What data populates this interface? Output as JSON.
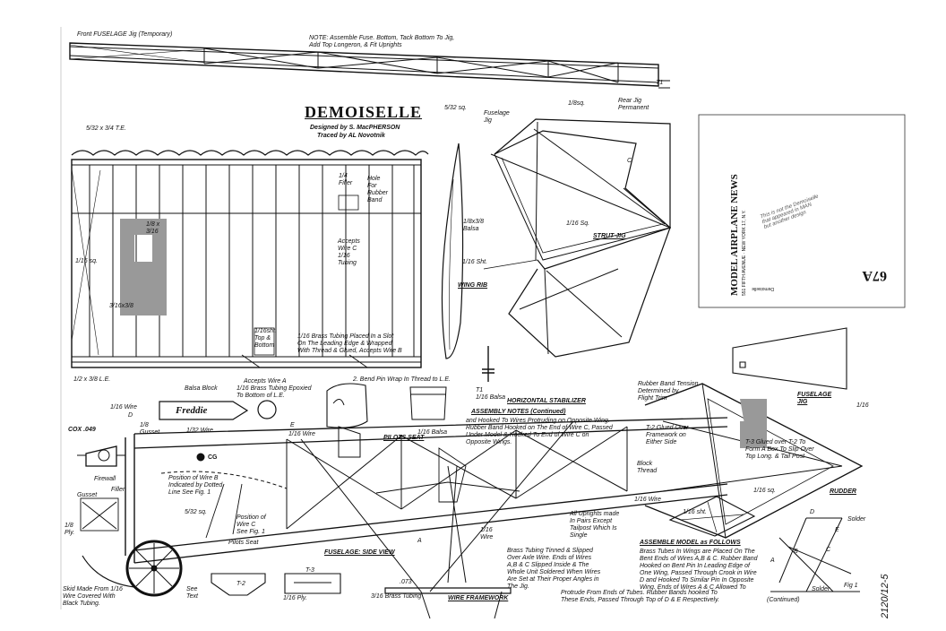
{
  "title": "DEMOISELLE",
  "credits": {
    "designed": "Designed by  S. MacPHERSON",
    "traced": "Traced by  AL Novotnik"
  },
  "labels": {
    "front_jig": "Front FUSELAGE Jig (Temporary)",
    "note": "NOTE:  Assemble Fuse. Bottom, Tack Bottom To Jig,\n           Add Top Longeron, & Fit Uprights",
    "sq532_top": "5/32 sq.",
    "fuselage_jig_top": "Fuselage\nJig",
    "sq18": "1/8sq.",
    "t1_top": "T1",
    "rear_jig": "Rear Jig\nPermanent",
    "te": "5/32 x 3/4  T.E.",
    "le": "1/2 x 3/8  L.E.",
    "sq116": "1/16 sq.",
    "b18x316": "1/8 x\n3/16",
    "b316x38": "3/16x3/8",
    "filler14": "1/4\nFiller",
    "hole_band": "Hole\nFor\nRubber\nBand",
    "accepts_c": "Accepts\nWire C\n1/16\nTubing",
    "sht116_tb": "1/16sht.\nTop &\nBottom",
    "brass_note": "1/16 Brass Tubing Placed In a Slot\nOn The Leading Edge & Wrapped\nWith Thread & Glued, Accepts Wire B",
    "accepts_a": "Accepts Wire A",
    "brass_epoxied": "1/16 Brass Tubing Epoxied\nTo Bottom of L.E.",
    "bend_pin": "2.  Bend Pin Wrap In Thread to L.E.",
    "b18x38": "1/8x3/8\nBalsa",
    "sht116": "1/16 Sht.",
    "wing_rib": "WING RIB",
    "c_label": "C",
    "sq116_strut": "1/16 Sq.",
    "strut_jig": "STRUT  JIG",
    "t1_balsa": "T1\n1/16 Balsa",
    "horizontal_stab": "HORIZONTAL  STABILIZER",
    "assembly_notes": "ASSEMBLY  NOTES  (Continued)",
    "assembly_text": "and Hooked To Wires Protruding on Opposite Wing.\nRubber Band Hooked on The End of Wire C, Passed\nUnder Model & Hooked To End of Wire C on\nOpposite Wings.",
    "balsa_block": "Balsa Block",
    "freddie": "Freddie",
    "wire116_d": "1/16 Wire",
    "d_label": "D",
    "e_label": "E",
    "e_wire": "1/16 Wire",
    "cox": "COX .049",
    "gusset18": "1/8\nGusset",
    "wire132": "1/32 Wire",
    "balsa116": "1/16 Balsa",
    "pilots_seat_top": "PILOTS  SEAT",
    "cg": "CG",
    "firewall": "Firewall",
    "filler": "Filler",
    "gusset": "Gusset",
    "ply18": "1/8\nPly.",
    "wire_b_pos": "Position of Wire B\nIndicated by Dotted\nLine  See Fig. 1",
    "sq532_side": "5/32 sq.",
    "wire_c_pos": "Position of\nWire  C\nSee Fig. 1",
    "pilots_seat": "Pilots  Seat",
    "fuselage_side": "FUSELAGE: SIDE VIEW",
    "skid": "Skid Made From 1/16\nWire Covered With\nBlack Tubing.",
    "see_text": "See\nText",
    "t2": "T-2",
    "t3": "T-3",
    "ply116": "1/16 Ply.",
    "d073": ".073",
    "brass316": "3/16 Brass Tubing",
    "wire_framework": "WIRE  FRAMEWORK",
    "wire116_frame": "1/16\nWire",
    "brass_tinned": "Brass Tubing Tinned & Slipped\nOver Axle Wire. Ends of Wires\nA,B & C  Slipped Inside & The\nWhole Unit Soldered When Wires\nAre Set at Their Proper Angles in\nThe Jig.",
    "uprights": "All Uprights made\nIn Pairs Except\nTailpost Which Is\nSingle",
    "wire116_tail": "1/16 Wire",
    "a_label": "A",
    "rubber_tension": "Rubber Band Tension\nDetermined by\nFlight Trim",
    "t2_glued": "T-2 Glued Over\nFramework on\nEither Side",
    "block_thread": "Block\nThread",
    "t3_glued": "T-3 Glued over T-2 To\nForm A Box To Slip Over\nTop Long. & Tail Post",
    "fuselage_jig": "FUSELAGE\nJIG",
    "jig_116": "1/16",
    "sq116_rudder": "1/16 sq.",
    "rudder": "RUDDER",
    "sht116_rud": "1/16 sht.",
    "assemble_model": "ASSEMBLE  MODEL  as  FOLLOWS",
    "assemble_text": "Brass Tubes In Wings are Placed On The\nBent Ends of Wires A,B & C. Rubber Band\nHooked on Bent Pin In Leading Edge of\nOne Wing, Passed Through Crook in Wire\nD and Hooked To Similar Pin In Opposite\nWing. Ends of Wires A & C Allowed To",
    "protrude": "Protrude From Ends of Tubes. Rubber Bands hooked To\nThese Ends, Passed Through Top of D & E Respectively.",
    "continued": "(Continued)",
    "fig_d": "D",
    "solder1": "Solder",
    "fig_e": "E",
    "fig_a": "A",
    "fig_b": "B",
    "fig_c": "C",
    "solder2": "Solder",
    "fig1": "Fig 1",
    "sheet_no": "2120/12-5",
    "big_number": "67A",
    "publisher": "MODEL AIRPLANE NEWS",
    "publisher_sub": "551 FIFTH AVENUE  ·  NEW YORK 17, N.Y.",
    "demoiselle_small": "Demoiselle",
    "handwriting": "This is not the Demoiselle\nthat appeared in MAN\nbut another design"
  }
}
